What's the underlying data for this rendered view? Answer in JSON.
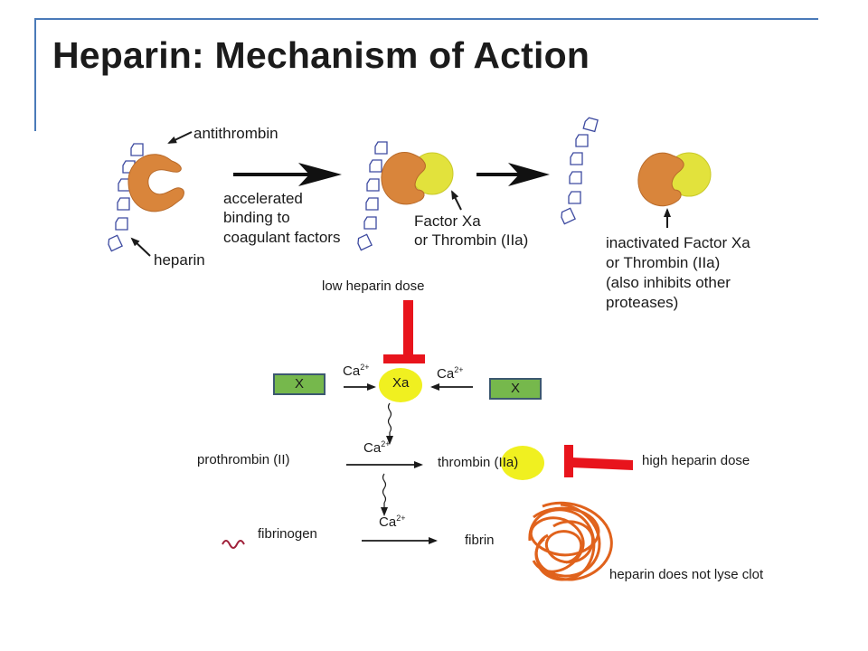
{
  "title": "Heparin: Mechanism of Action",
  "colors": {
    "frame": "#4a7ab8",
    "antithrombin": "#d9853b",
    "factor": "#e2e23c",
    "factor_x_box": "#76b84c",
    "block": "#e8141c",
    "fibrin_clot": "#e0621c",
    "fibrinogen": "#a0213a"
  },
  "top_panel": {
    "antithrombin_label": "antithrombin",
    "heparin_label": "heparin",
    "step1_text": [
      "accelerated",
      "binding to",
      "coagulant factors"
    ],
    "factor_label": [
      "Factor Xa",
      "or Thrombin (IIa)"
    ],
    "result_label": [
      "inactivated Factor Xa",
      "or Thrombin (IIa)",
      "(also inhibits other",
      "proteases)"
    ]
  },
  "cascade": {
    "low_dose_label": "low heparin dose",
    "high_dose_label": "high heparin dose",
    "factor_x_left": "X",
    "factor_x_right": "X",
    "factor_xa": "Xa",
    "calcium": "Ca",
    "calcium_charge": "2+",
    "prothrombin": "prothrombin (II)",
    "thrombin": "thrombin (IIa)",
    "fibrinogen": "fibrinogen",
    "fibrin": "fibrin",
    "clot_note": "heparin does not lyse clot"
  }
}
